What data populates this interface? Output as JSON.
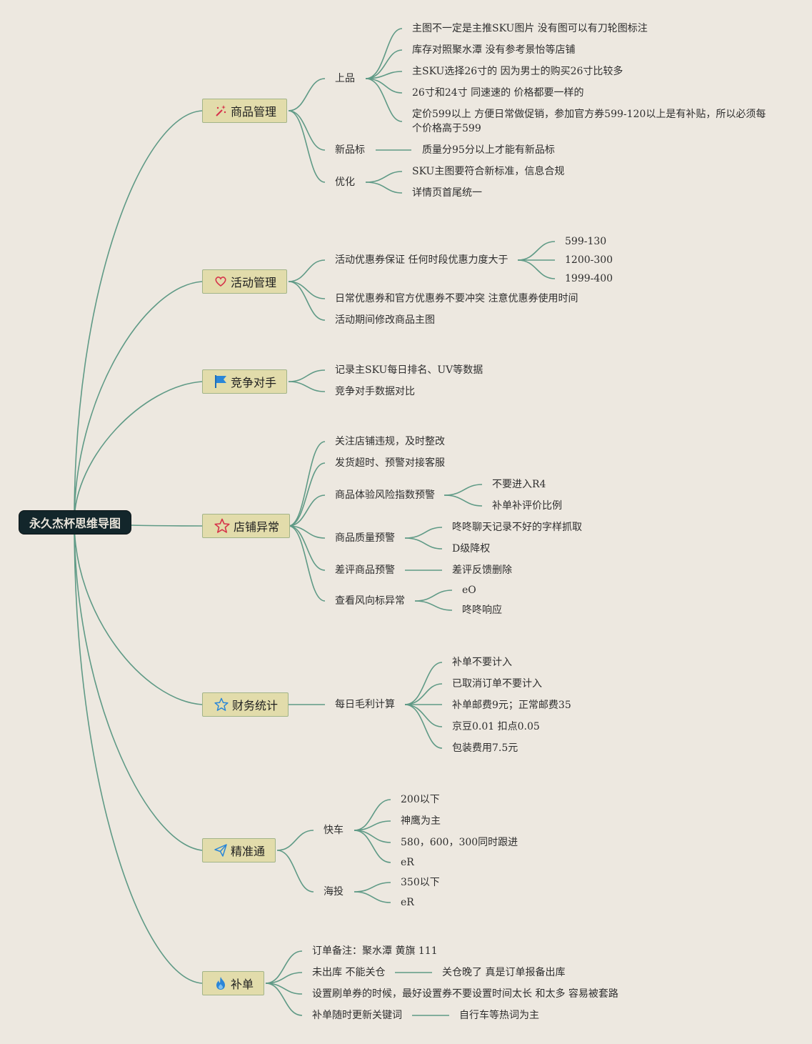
{
  "root": "永久杰杯思维导图",
  "branches": [
    {
      "label": "商品管理",
      "icon": "magic-wand-icon"
    },
    {
      "label": "活动管理",
      "icon": "heart-icon"
    },
    {
      "label": "竞争对手",
      "icon": "flag-icon"
    },
    {
      "label": "店铺异常",
      "icon": "star-icon"
    },
    {
      "label": "财务统计",
      "icon": "star-outline-icon"
    },
    {
      "label": "精准通",
      "icon": "paper-plane-icon"
    },
    {
      "label": "补单",
      "icon": "fire-icon"
    }
  ],
  "nodes": {
    "goods": {
      "listing": "上品",
      "listing_items": [
        "主图不一定是主推SKU图片 没有图可以有刀轮图标注",
        "库存对照聚水潭 没有参考景怡等店铺",
        "主SKU选择26寸的 因为男士的购买26寸比较多",
        "26寸和24寸 同速速的 价格都要一样的",
        "定价599以上 方便日常做促销，参加官方券599-120以上是有补贴，所以必须每个价格高于599"
      ],
      "new_tag": "新品标",
      "new_tag_item": "质量分95分以上才能有新品标",
      "optimize": "优化",
      "optimize_items": [
        "SKU主图要符合新标准，信息合规",
        "详情页首尾统一"
      ]
    },
    "activity": {
      "coupon": "活动优惠券保证 任何时段优惠力度大于",
      "coupon_items": [
        "599-130",
        "1200-300",
        "1999-400"
      ],
      "conflict": "日常优惠券和官方优惠券不要冲突 注意优惠券使用时间",
      "modify": "活动期间修改商品主图"
    },
    "competitor": {
      "items": [
        "记录主SKU每日排名、UV等数据",
        "竞争对手数据对比"
      ]
    },
    "exception": {
      "violation": "关注店铺违规，及时整改",
      "shipping": "发货超时、预警对接客服",
      "experience": "商品体验风险指数预警",
      "experience_items": [
        "不要进入R4",
        "补单补评价比例"
      ],
      "quality": "商品质量预警",
      "quality_items": [
        "咚咚聊天记录不好的字样抓取",
        "D级降权"
      ],
      "bad_review": "差评商品预警",
      "bad_review_item": "差评反馈删除",
      "wind": "查看风向标异常",
      "wind_items": [
        "eO",
        "咚咚响应"
      ]
    },
    "finance": {
      "daily": "每日毛利计算",
      "daily_items": [
        "补单不要计入",
        "已取消订单不要计入",
        "补单邮费9元；正常邮费35",
        "京豆0.01 扣点0.05",
        "包装费用7.5元"
      ]
    },
    "precision": {
      "express": "快车",
      "express_items": [
        "200以下",
        "神鹰为主",
        "580，600，300同时跟进",
        "eR"
      ],
      "sea": "海投",
      "sea_items": [
        "350以下",
        "eR"
      ]
    },
    "supplement": {
      "note": "订单备注：聚水潭 黄旗 111",
      "not_shipped": "未出库 不能关仓",
      "not_shipped_item": "关仓晚了 真是订单报备出库",
      "coupon_time": "设置刷单券的时候，最好设置券不要设置时间太长 和太多 容易被套路",
      "keyword": "补单随时更新关键词",
      "keyword_item": "自行车等热词为主"
    }
  },
  "colors": {
    "background": "#ede8e0",
    "root": "#13262b",
    "branch": "#e2dcab",
    "link": "#5f9a86"
  }
}
